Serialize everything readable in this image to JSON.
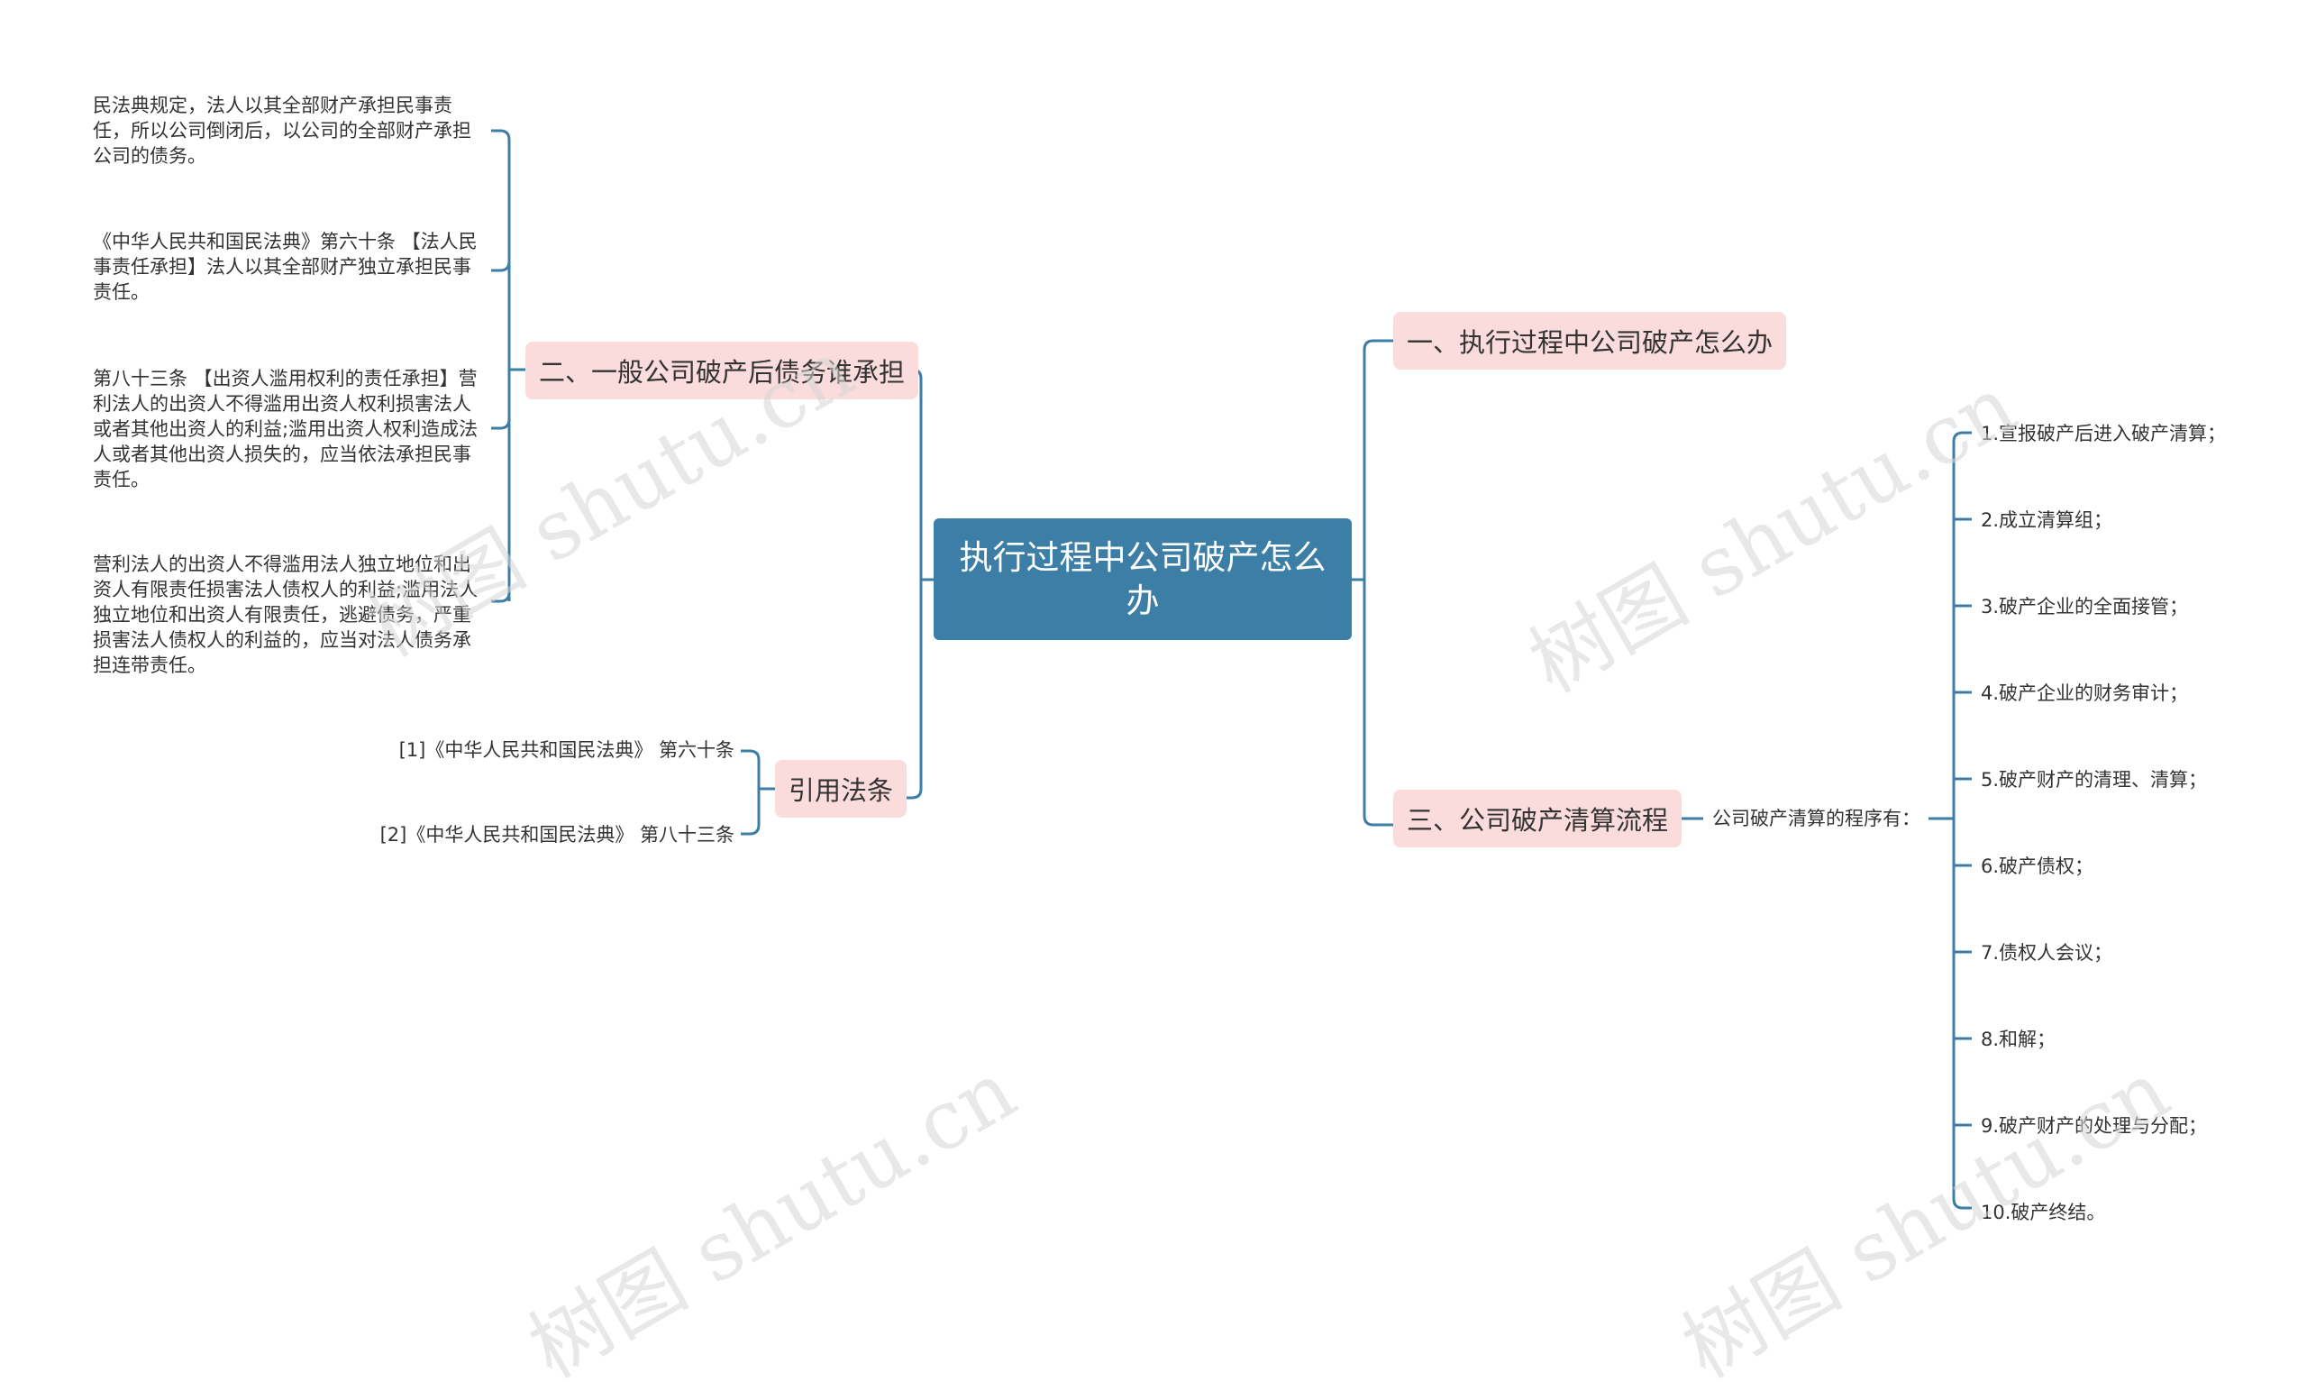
{
  "root": {
    "title": "执行过程中公司破产怎么办"
  },
  "left": {
    "branch_liability": {
      "label": "二、一般公司破产后债务谁承担",
      "items": [
        "民法典规定，法人以其全部财产承担民事责任，所以公司倒闭后，以公司的全部财产承担公司的债务。",
        "《中华人民共和国民法典》第六十条 【法人民事责任承担】法人以其全部财产独立承担民事责任。",
        "第八十三条 【出资人滥用权利的责任承担】营利法人的出资人不得滥用出资人权利损害法人或者其他出资人的利益;滥用出资人权利造成法人或者其他出资人损失的，应当依法承担民事责任。",
        "营利法人的出资人不得滥用法人独立地位和出资人有限责任损害法人债权人的利益;滥用法人独立地位和出资人有限责任，逃避债务，严重损害法人债权人的利益的，应当对法人债务承担连带责任。"
      ]
    },
    "branch_citations": {
      "label": "引用法条",
      "items": [
        "[1]《中华人民共和国民法典》 第六十条",
        "[2]《中华人民共和国民法典》 第八十三条"
      ]
    }
  },
  "right": {
    "branch_howto": {
      "label": "一、执行过程中公司破产怎么办"
    },
    "branch_process": {
      "label": "三、公司破产清算流程",
      "sub_label": "公司破产清算的程序有：",
      "steps": [
        "1.宣报破产后进入破产清算；",
        "2.成立清算组；",
        "3.破产企业的全面接管；",
        "4.破产企业的财务审计；",
        "5.破产财产的清理、清算；",
        "6.破产债权；",
        "7.债权人会议；",
        "8.和解；",
        "9.破产财产的处理与分配；",
        "10.破产终结。"
      ]
    }
  },
  "watermark": {
    "text": "树图 shutu.cn"
  },
  "colors": {
    "line": "#3d7ea6",
    "root_bg": "#3d7ea6",
    "branch_bg": "#fbdcdc",
    "text": "#333333"
  }
}
